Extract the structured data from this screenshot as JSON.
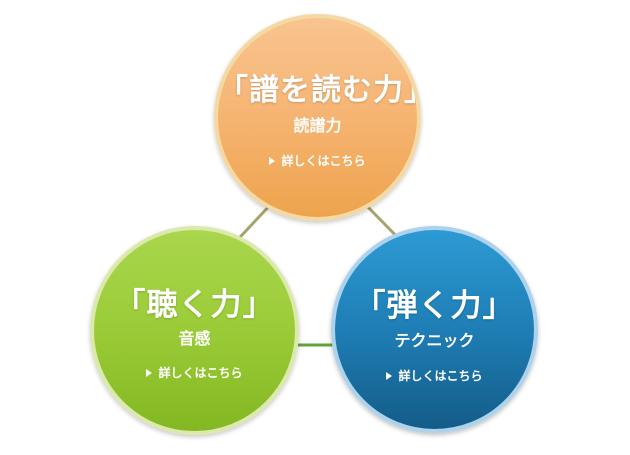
{
  "circles": {
    "top": {
      "title": "「譜を読む力」",
      "subtitle": "読譜力",
      "link": "詳しくはこちら"
    },
    "left": {
      "title": "「聴く力」",
      "subtitle": "音感",
      "link": "詳しくはこちら"
    },
    "right": {
      "title": "「弾く力」",
      "subtitle": "テクニック",
      "link": "詳しくはこちら"
    }
  },
  "colors": {
    "top_circle": "#f6b472",
    "left_circle": "#9bcc38",
    "right_circle": "#1f7fb6",
    "connector_line": "#a7a46b"
  },
  "icons": {
    "link_arrow": "triangle-right-icon"
  }
}
